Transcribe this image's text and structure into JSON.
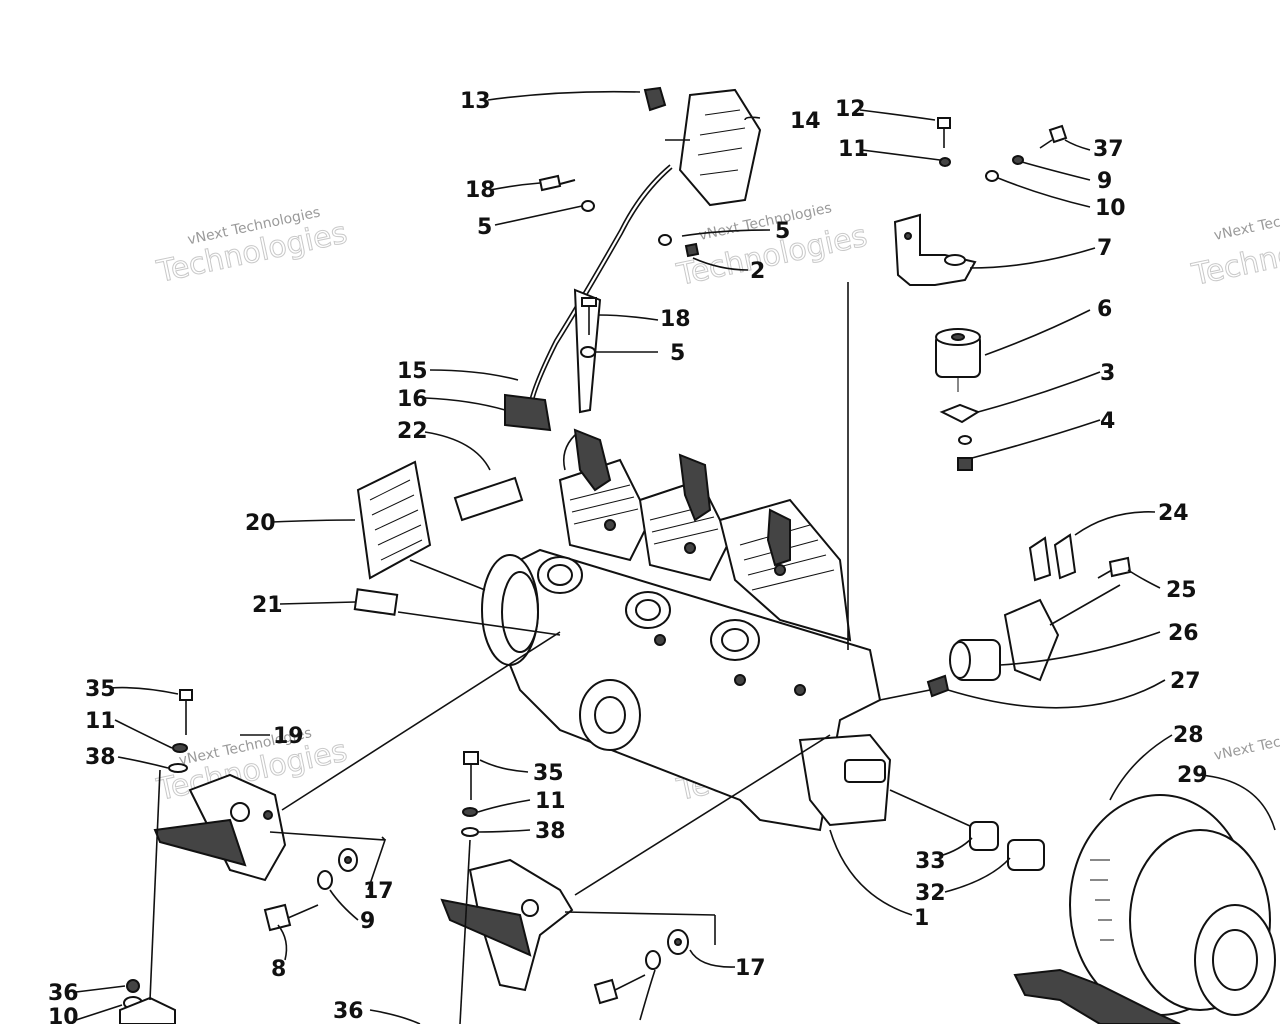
{
  "watermark": {
    "line1": "vNext Technologies",
    "line2": "vNext",
    "line3": "Technologies"
  },
  "part_labels": {
    "p1": "1",
    "p2": "2",
    "p3": "3",
    "p4": "4",
    "p5a": "5",
    "p5b": "5",
    "p6": "6",
    "p7": "7",
    "p8": "8",
    "p9a": "9",
    "p9b": "9",
    "p10a": "10",
    "p10b": "10",
    "p11a": "11",
    "p11b": "11",
    "p11c": "11",
    "p12": "12",
    "p13": "13",
    "p14": "14",
    "p15": "15",
    "p16": "16",
    "p17a": "17",
    "p17b": "17",
    "p18a": "18",
    "p18b": "18",
    "p19": "19",
    "p20": "20",
    "p21": "21",
    "p22": "22",
    "p24": "24",
    "p25": "25",
    "p26": "26",
    "p27": "27",
    "p28": "28",
    "p29": "29",
    "p32": "32",
    "p33": "33",
    "p35a": "35",
    "p35b": "35",
    "p36a": "36",
    "p36b": "36",
    "p37": "37",
    "p38a": "38",
    "p38b": "38",
    "p5c": "5"
  }
}
